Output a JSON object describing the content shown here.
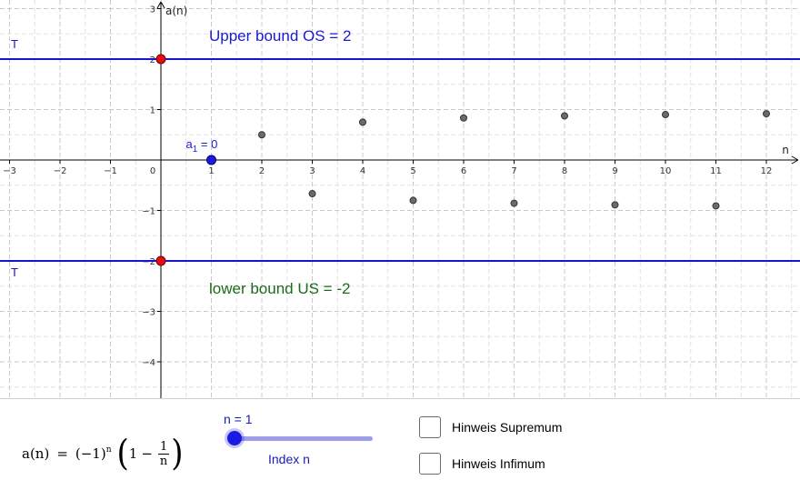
{
  "colors": {
    "bound_line": "#1414d2",
    "upper_label": "#1a1ad6",
    "lower_label": "#1b6b1b",
    "bound_point": "#e01010",
    "a1_point": "#1a1ae0",
    "sequence_point": "#6b6b6b"
  },
  "chart_data": {
    "type": "scatter",
    "xlabel": "n",
    "ylabel": "a(n)",
    "xlim": [
      -3.2,
      12.6
    ],
    "ylim": [
      -4.6,
      3.1
    ],
    "x_ticks": [
      -3,
      -2,
      -1,
      1,
      2,
      3,
      4,
      5,
      6,
      7,
      8,
      9,
      10,
      11,
      12
    ],
    "x_tick_labels": [
      "−3",
      "−2",
      "−1",
      "1",
      "2",
      "3",
      "4",
      "5",
      "6",
      "7",
      "8",
      "9",
      "10",
      "11",
      "12"
    ],
    "origin_label": "0",
    "y_ticks": [
      -4,
      -3,
      -2,
      -1,
      1,
      2,
      3
    ],
    "y_tick_labels": [
      "−4",
      "−3",
      "−2",
      "−1",
      "1",
      "2",
      "3"
    ],
    "grid": true,
    "x_values": [
      1,
      2,
      3,
      4,
      5,
      6,
      7,
      8,
      9,
      10,
      11,
      12
    ],
    "y_values": [
      0,
      0.5,
      -0.667,
      0.75,
      -0.8,
      0.833,
      -0.857,
      0.875,
      -0.889,
      0.9,
      -0.909,
      0.917
    ],
    "highlighted_point": {
      "x": 1,
      "y": 0,
      "label": "a",
      "label_sub": "1",
      "label_rest": " = 0"
    },
    "upper_bound": {
      "y": 2,
      "text": "Upper bound OS = 2",
      "tag": "T"
    },
    "lower_bound": {
      "y": -2,
      "text": "lower bound US = -2",
      "tag": "T"
    }
  },
  "controls": {
    "formula": {
      "lhs": "a(n)",
      "equals": "=",
      "base": "(−1)",
      "exponent": "n",
      "paren_open": "(",
      "one": "1",
      "minus": "−",
      "frac_num": "1",
      "frac_den": "n",
      "paren_close": ")"
    },
    "slider": {
      "label": "n = 1",
      "caption": "Index n",
      "value": 1,
      "min": 1,
      "max": 12
    },
    "checkbox_supremum": {
      "label": "Hinweis Supremum",
      "checked": false
    },
    "checkbox_infimum": {
      "label": "Hinweis Infimum",
      "checked": false
    }
  }
}
